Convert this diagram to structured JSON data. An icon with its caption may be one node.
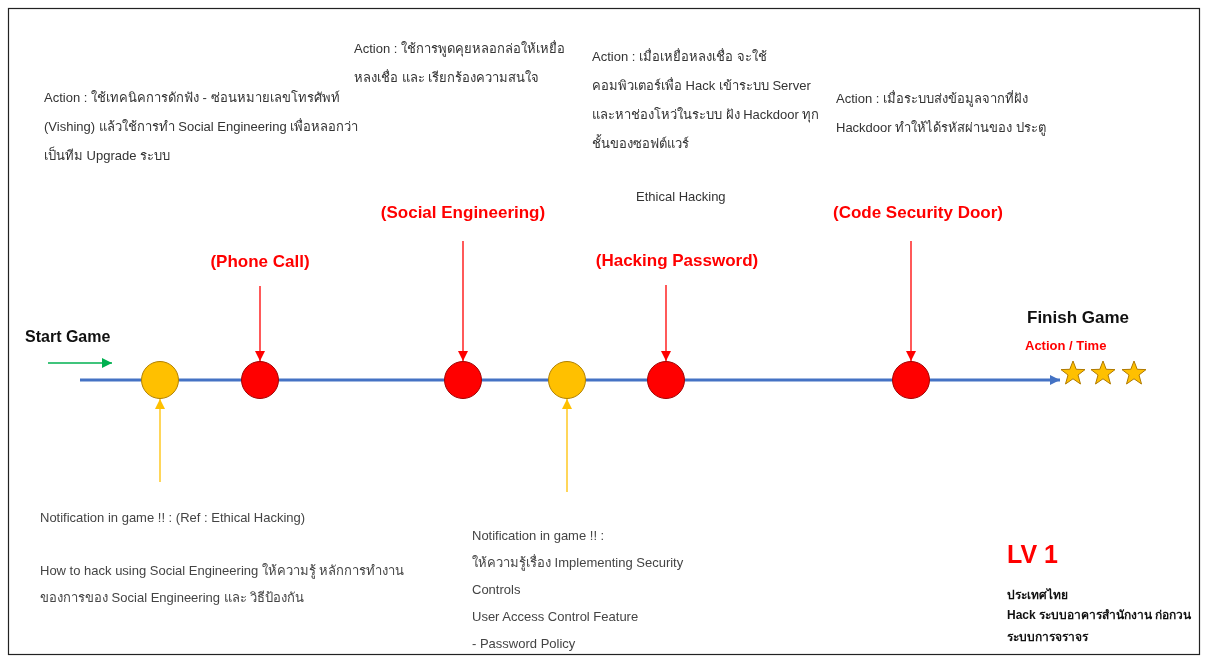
{
  "diagram": {
    "nodes": [
      {
        "text": [
          "(Phone Call)"
        ]
      },
      {
        "text": [
          "(Social Engineering)"
        ]
      },
      {
        "text": [
          "(Hacking Password)"
        ]
      },
      {
        "text": [
          "(Code Security Door)"
        ]
      },
      {
        "text": [],
        "shape": "circle"
      },
      {
        "text": [],
        "shape": "circle"
      },
      {
        "text": [],
        "shape": "circle"
      },
      {
        "text": [],
        "shape": "circle"
      },
      {
        "text": [],
        "shape": "circle"
      },
      {
        "text": [],
        "shape": "circle"
      },
      {
        "text": [
          "Notification in game !! : (Ref : Ethical Hacking)",
          "How to hack using Social Engineering ให้ความรู้ หลักการทำงานของการของ Social Engineering และ วิธีป้องกัน"
        ]
      },
      {
        "text": [
          "Notification in game !! :",
          "ให้ความรู้เรื่อง Implementing Security Controls",
          "User Access Control Feature",
          "-     Password Policy"
        ]
      },
      {
        "text": [],
        "shape": "star"
      },
      {
        "text": [],
        "shape": "star"
      },
      {
        "text": [],
        "shape": "star"
      }
    ],
    "edges": [
      {
        "from": 0,
        "to": 5,
        "arrow": "to",
        "color": "#ff0000"
      },
      {
        "from": 1,
        "to": 6,
        "arrow": "to",
        "color": "#ff0000"
      },
      {
        "from": 2,
        "to": 8,
        "arrow": "to",
        "color": "#ff0000"
      },
      {
        "from": 3,
        "to": 9,
        "arrow": "to",
        "color": "#ff0000"
      },
      {
        "from": 10,
        "to": 4,
        "arrow": "to",
        "color": "#ffc000"
      },
      {
        "from": 11,
        "to": 7,
        "arrow": "to",
        "color": "#ffc000"
      },
      {
        "from": null,
        "to": 4,
        "arrow": "none"
      },
      {
        "from": 4,
        "to": 5,
        "arrow": "none"
      },
      {
        "from": 5,
        "to": 6,
        "arrow": "none"
      },
      {
        "from": 6,
        "to": 7,
        "arrow": "none"
      },
      {
        "from": 7,
        "to": 8,
        "arrow": "none"
      },
      {
        "from": 8,
        "to": 9,
        "arrow": "none"
      },
      {
        "from": 9,
        "to": 12,
        "arrow": "to"
      }
    ],
    "labels": [
      "Action : ใช้การพูดคุยหลอกล่อให้เหยื่อหลงเชื่อ และ เรียกร้องความสนใจ",
      "Action : เมื่อเหยื่อหลงเชื่อ จะใช้คอมพิวเตอร์เพื่อ Hack เข้าระบบ Server และหาช่องโหว่ในระบบ ฝัง Hackdoor ทุกชั้นของซอฟต์แวร์",
      "Action : ใช้เทคนิคการดักฟัง - ซ่อนหมายเลขโทรศัพท์ (Vishing) แล้วใช้การทำ Social Engineering เพื่อหลอกว่าเป็นทีม Upgrade ระบบ",
      "Action : เมื่อระบบส่งข้อมูลจากที่ฝัง Hackdoor ทำให้ได้รหัสผ่านของ ประตู",
      "Ethical Hacking",
      "Start Game",
      "Finish Game",
      "Action / Time",
      "LV 1",
      "ประเทศไทย",
      "**Hack** ระบบอาคารสำนักงาน ก่อกวนระบบการจราจร"
    ]
  }
}
